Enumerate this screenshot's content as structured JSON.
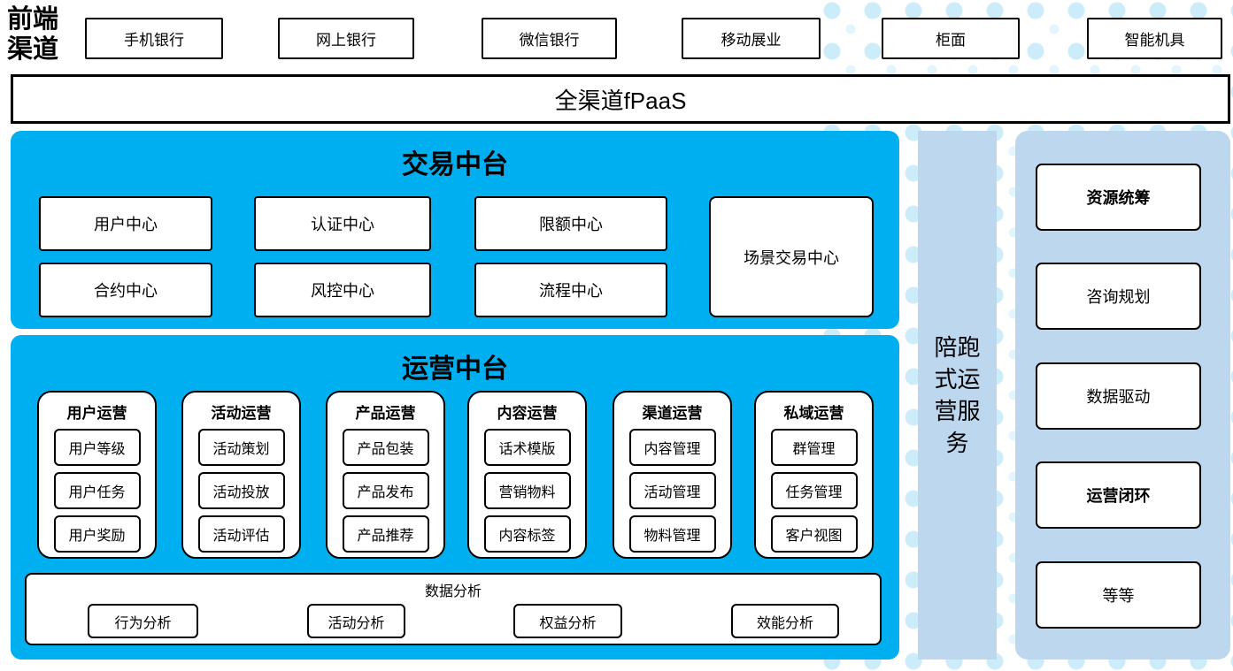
{
  "front_channel": {
    "label": "前端渠道"
  },
  "channels": [
    "手机银行",
    "网上银行",
    "微信银行",
    "移动展业",
    "柜面",
    "智能机具"
  ],
  "fpaas_bar": {
    "label": "全渠道fPaaS"
  },
  "transaction_platform": {
    "title": "交易中台",
    "row1": [
      "用户中心",
      "认证中心",
      "限额中心"
    ],
    "row2": [
      "合约中心",
      "风控中心",
      "流程中心"
    ],
    "tall_box": "场景交易中心"
  },
  "operation_platform": {
    "title": "运营中台",
    "columns": [
      {
        "title": "用户运营",
        "items": [
          "用户等级",
          "用户任务",
          "用户奖励"
        ]
      },
      {
        "title": "活动运营",
        "items": [
          "活动策划",
          "活动投放",
          "活动评估"
        ]
      },
      {
        "title": "产品运营",
        "items": [
          "产品包装",
          "产品发布",
          "产品推荐"
        ]
      },
      {
        "title": "内容运营",
        "items": [
          "话术模版",
          "营销物料",
          "内容标签"
        ]
      },
      {
        "title": "渠道运营",
        "items": [
          "内容管理",
          "活动管理",
          "物料管理"
        ]
      },
      {
        "title": "私域运营",
        "items": [
          "群管理",
          "任务管理",
          "客户视图"
        ]
      }
    ],
    "analysis": {
      "title": "数据分析",
      "items": [
        "行为分析",
        "活动分析",
        "权益分析",
        "效能分析"
      ]
    }
  },
  "side_service": {
    "label": "陪跑式运营服务"
  },
  "right_panel": {
    "items": [
      "资源统筹",
      "咨询规划",
      "数据驱动",
      "运营闭环",
      "等等"
    ]
  },
  "colors": {
    "platform_blue": "#00AFF0",
    "panel_light_blue": "#BDD7EE",
    "dot_blue": "#CDECFA",
    "box_border": "#000000"
  }
}
